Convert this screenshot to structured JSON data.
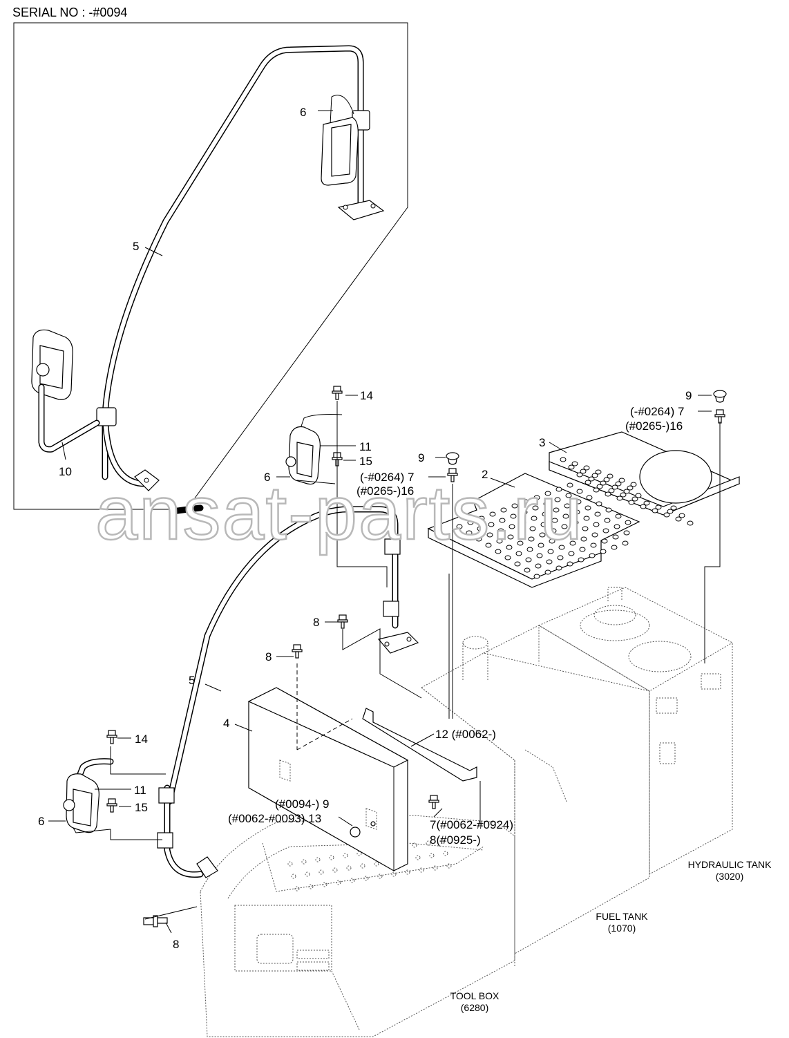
{
  "serial_header": "SERIAL NO : -#0094",
  "watermark": "ansat-parts.ru",
  "callouts": {
    "top_6": "6",
    "top_5": "5",
    "top_10": "10",
    "r14": "14",
    "r11": "11",
    "r15": "15",
    "r6": "6",
    "p9_mid": "9",
    "p7_mid": "(-#0264) 7",
    "p16_mid": "(#0265-)16",
    "p2": "2",
    "p3": "3",
    "p9_right": "9",
    "p7_right": "(-#0264) 7",
    "p16_right": "(#0265-)16",
    "p8_a": "8",
    "p8_b": "8",
    "p5_low": "5",
    "p4": "4",
    "p12": "12 (#0062-)",
    "l14": "14",
    "l11": "11",
    "l15": "15",
    "l6": "6",
    "p9_box": "(#0094-) 9",
    "p13_box": "(#0062-#0093) 13",
    "p7_low": "7(#0062-#0924)",
    "p8_low": "8(#0925-)",
    "p8_bottom": "8"
  },
  "references": {
    "hydraulic_tank_name": "HYDRAULIC TANK",
    "hydraulic_tank_code": "(3020)",
    "fuel_tank_name": "FUEL TANK",
    "fuel_tank_code": "(1070)",
    "tool_box_name": "TOOL BOX",
    "tool_box_code": "(6280)"
  }
}
